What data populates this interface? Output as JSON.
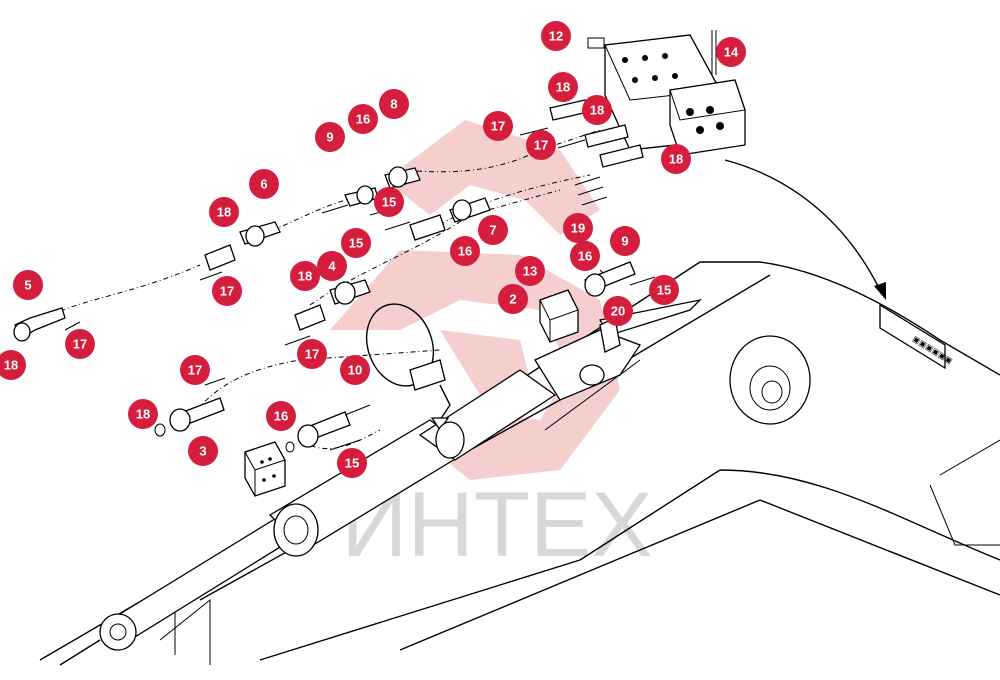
{
  "watermark": {
    "text": "ИНТЕХ",
    "logo_color": "#f4c6c6",
    "text_color": "#d8d8d8"
  },
  "callout_color": "#d51e3e",
  "callouts": [
    {
      "id": "c-12-top",
      "label": "12"
    },
    {
      "id": "c-14-top",
      "label": "14"
    },
    {
      "id": "c-18-a",
      "label": "18"
    },
    {
      "id": "c-18-b",
      "label": "18"
    },
    {
      "id": "c-17-a",
      "label": "17"
    },
    {
      "id": "c-17-b",
      "label": "17"
    },
    {
      "id": "c-18-c",
      "label": "18"
    },
    {
      "id": "c-8",
      "label": "8"
    },
    {
      "id": "c-16-a",
      "label": "16"
    },
    {
      "id": "c-9-a",
      "label": "9"
    },
    {
      "id": "c-15-a",
      "label": "15"
    },
    {
      "id": "c-6",
      "label": "6"
    },
    {
      "id": "c-18-d",
      "label": "18"
    },
    {
      "id": "c-15-b",
      "label": "15"
    },
    {
      "id": "c-7",
      "label": "7"
    },
    {
      "id": "c-16-b",
      "label": "16"
    },
    {
      "id": "c-19",
      "label": "19"
    },
    {
      "id": "c-17-c",
      "label": "17"
    },
    {
      "id": "c-9-b",
      "label": "9"
    },
    {
      "id": "c-16-c",
      "label": "16"
    },
    {
      "id": "c-4",
      "label": "4"
    },
    {
      "id": "c-18-e",
      "label": "18"
    },
    {
      "id": "c-13",
      "label": "13"
    },
    {
      "id": "c-5",
      "label": "5"
    },
    {
      "id": "c-2",
      "label": "2"
    },
    {
      "id": "c-15-c",
      "label": "15"
    },
    {
      "id": "c-20",
      "label": "20"
    },
    {
      "id": "c-17-d",
      "label": "17"
    },
    {
      "id": "c-17-e",
      "label": "17"
    },
    {
      "id": "c-18-f",
      "label": "18"
    },
    {
      "id": "c-10",
      "label": "10"
    },
    {
      "id": "c-17-f",
      "label": "17"
    },
    {
      "id": "c-18-g",
      "label": "18"
    },
    {
      "id": "c-16-d",
      "label": "16"
    },
    {
      "id": "c-3",
      "label": "3"
    },
    {
      "id": "c-15-d",
      "label": "15"
    }
  ]
}
